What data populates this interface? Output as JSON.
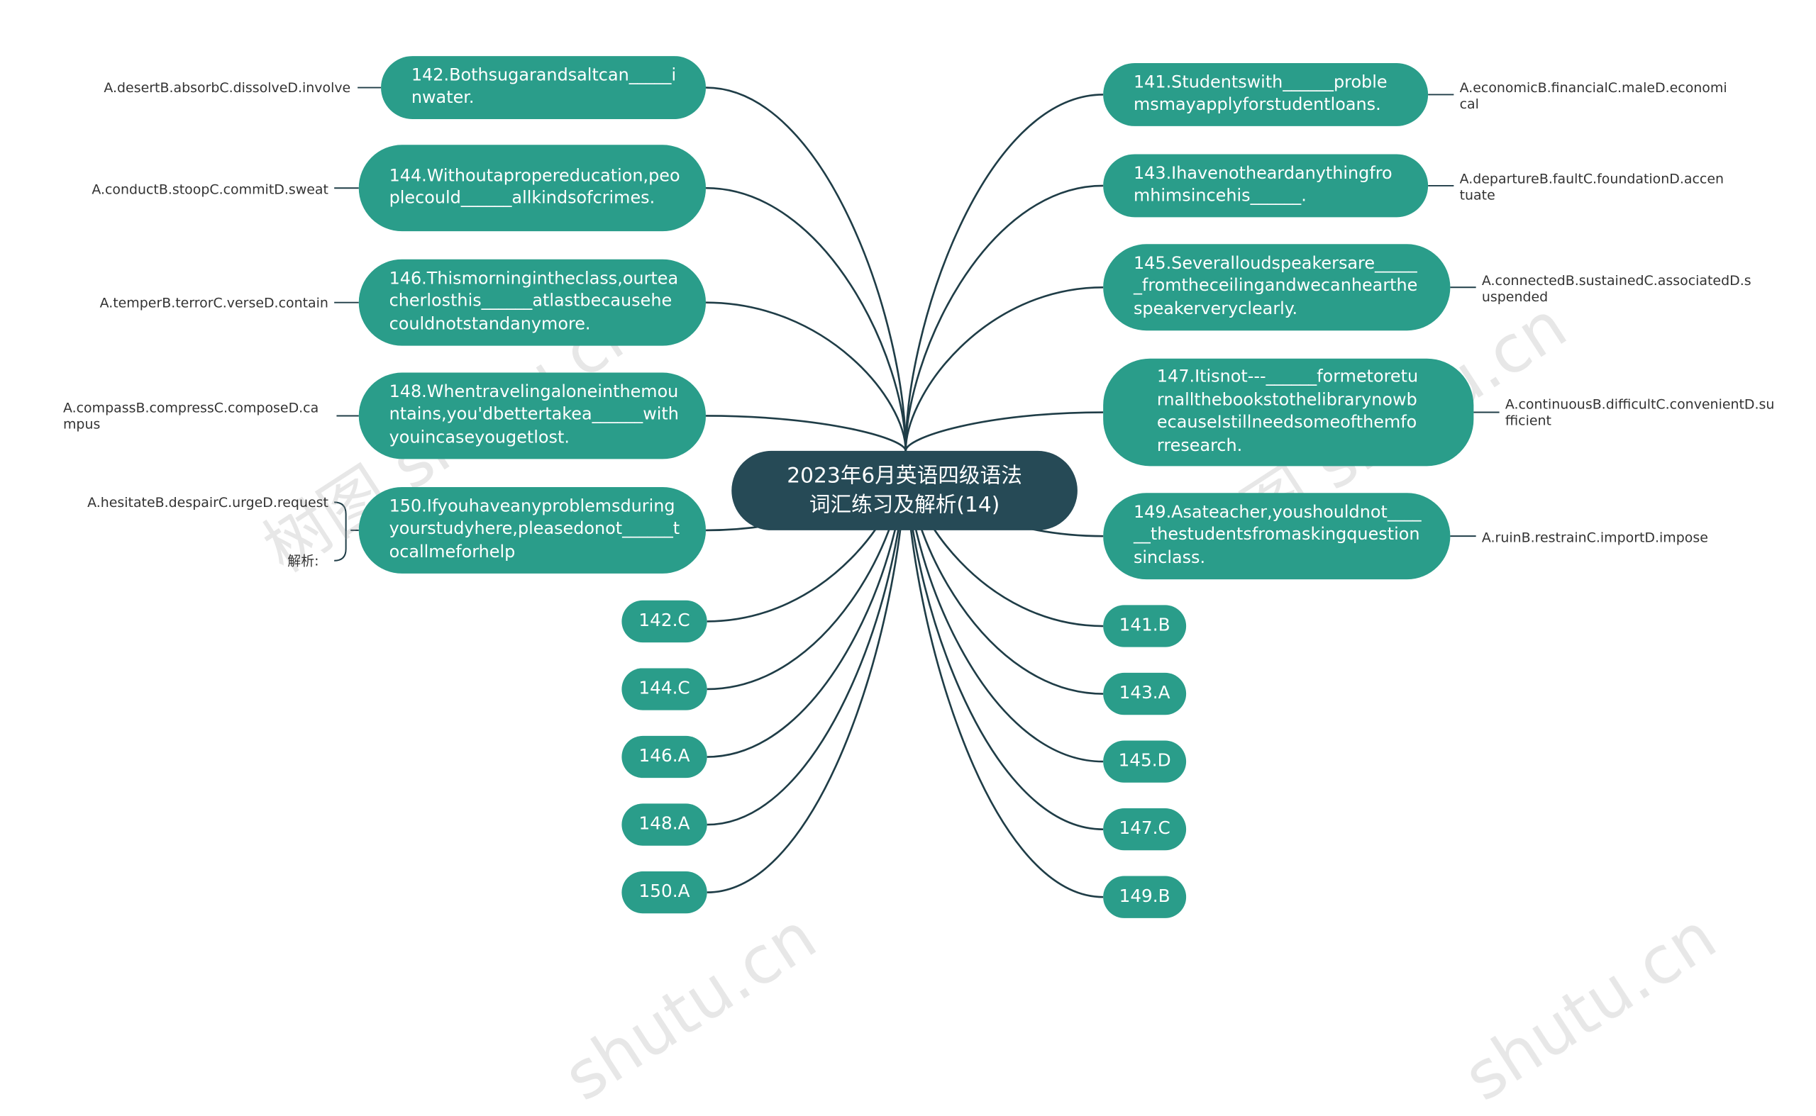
{
  "root": {
    "line1": "2023年6月英语四级语法",
    "line2": "词汇练习及解析(14)"
  },
  "questions_left": [
    {
      "text": "142.Bothsugarandsaltcan_____inwater.",
      "options": "A.desertB.absorbC.dissolveD.involve"
    },
    {
      "text": "144.Withoutapropereducation,peoplecould______allkindsofcrimes.",
      "options": "A.conductB.stoopC.commitD.sweat"
    },
    {
      "text": "146.Thismorningintheclass,ourteacherlosthis______atlastbecausehecouldnotstandanymore.",
      "options": "A.temperB.terrorC.verseD.contain"
    },
    {
      "text": "148.Whentravelingaloneinthemountains,you'dbettertakea______withyouincaseyougetlost.",
      "options": "A.compassB.compressC.composeD.campus"
    },
    {
      "text": "150.Ifyouhaveanyproblemsduringyourstudyhere,pleasedonot______tocallmeforhelp",
      "options": "A.hesitateB.despairC.urgeD.request",
      "extra": "解析:"
    }
  ],
  "questions_right": [
    {
      "text": "141.Studentswith______problemsmayapplyforstudentloans.",
      "options": "A.economicB.financialC.maleD.economical"
    },
    {
      "text": "143.Ihavenotheardanythingfromhimsincehis______.",
      "options": "A.departureB.faultC.foundationD.accentuate"
    },
    {
      "text": "145.Severalloudspeakersare______fromtheceilingandwecanhearthespeakerveryclearly.",
      "options": "A.connectedB.sustainedC.associatedD.suspended"
    },
    {
      "text": "147.Itisnot---______formetoreturnallthebookstothelibrarynowbecauseIstillneedsomeofthemforresearch.",
      "options": "A.continuousB.difficultC.convenientD.sufficient"
    },
    {
      "text": "149.Asateacher,youshouldnot______thestudentsfromaskingquestionsinclass.",
      "options": "A.ruinB.restrainC.importD.impose"
    }
  ],
  "answers_left": [
    "142.C",
    "144.C",
    "146.A",
    "148.A",
    "150.A"
  ],
  "answers_right": [
    "141.B",
    "143.A",
    "145.D",
    "147.C",
    "149.B"
  ],
  "watermarks": [
    "树图 shutu.cn",
    "树图 shutu.cn",
    "shutu.cn",
    "shutu.cn"
  ],
  "colors": {
    "node": "#2a9d8a",
    "root": "#264a56",
    "link": "#1f3d47"
  }
}
